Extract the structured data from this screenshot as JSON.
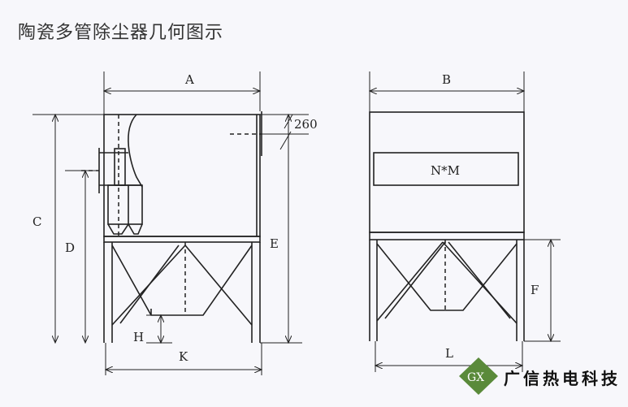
{
  "title": "陶瓷多管除尘器几何图示",
  "labels": {
    "A": "A",
    "B": "B",
    "C": "C",
    "D": "D",
    "E": "E",
    "F": "F",
    "H": "H",
    "K": "K",
    "L": "L",
    "dim_260": "260",
    "module": "N*M"
  },
  "logo": {
    "mark": "GX",
    "name": "广信热电科技",
    "color": "#5a8a3a"
  }
}
